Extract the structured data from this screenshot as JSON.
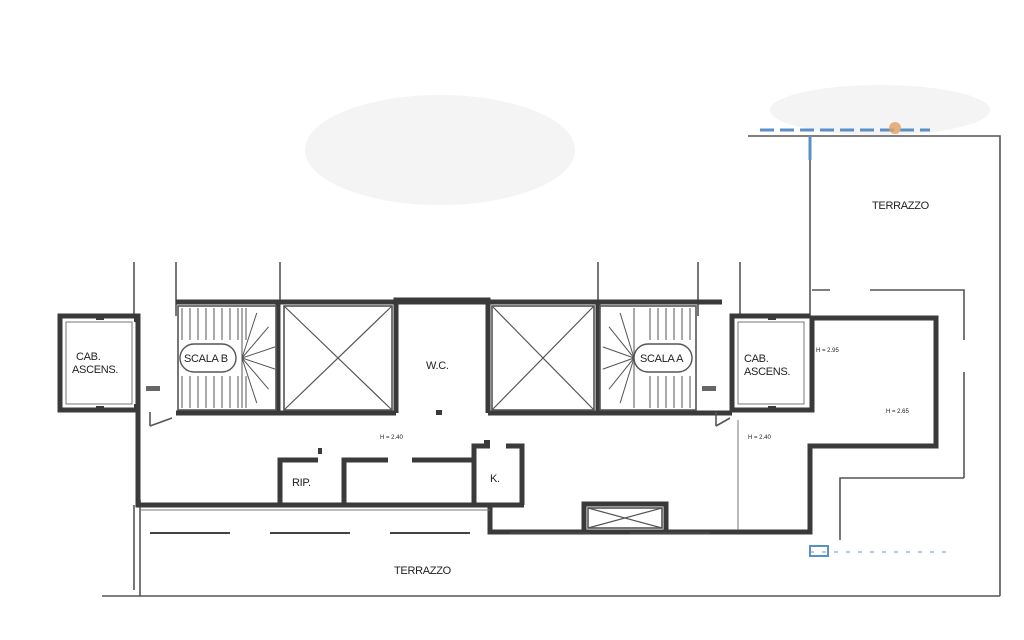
{
  "rooms": {
    "terrazzo_top": "TERRAZZO",
    "terrazzo_bottom": "TERRAZZO",
    "cab_left_line1": "CAB.",
    "cab_left_line2": "ASCENS.",
    "cab_right_line1": "CAB.",
    "cab_right_line2": "ASCENS.",
    "scala_b": "SCALA B",
    "scala_a": "SCALA A",
    "wc": "W.C.",
    "rip": "RIP.",
    "k": "K."
  },
  "heights": {
    "h_240_center": "H = 2.40",
    "h_240_right": "H = 2.40",
    "h_295": "H = 2.95",
    "h_265": "H = 2.65"
  },
  "colors": {
    "wall": "#3a3a3a",
    "line": "#555555",
    "accent_blue": "#5b8fc9",
    "accent_orange": "#e0a060"
  }
}
